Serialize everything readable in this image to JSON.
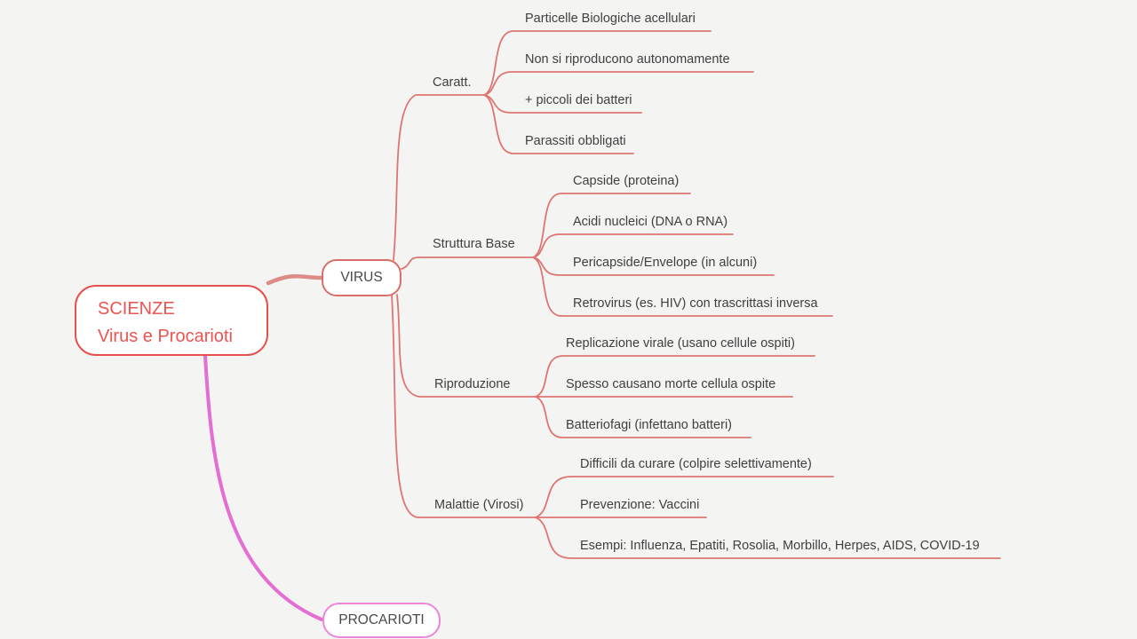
{
  "root": {
    "line1": "SCIENZE",
    "line2": "Virus e Procarioti"
  },
  "main_nodes": {
    "virus": "VIRUS",
    "procarioti": "PROCARIOTI"
  },
  "branches": [
    {
      "label": "Caratt.",
      "children": [
        "Particelle Biologiche acellulari",
        "Non si riproducono autonomamente",
        "+ piccoli dei batteri",
        "Parassiti obbligati"
      ]
    },
    {
      "label": "Struttura Base",
      "children": [
        "Capside (proteina)",
        "Acidi nucleici (DNA o RNA)",
        "Pericapside/Envelope (in alcuni)",
        "Retrovirus (es. HIV) con trascrittasi inversa"
      ]
    },
    {
      "label": "Riproduzione",
      "children": [
        "Replicazione virale (usano cellule ospiti)",
        "Spesso causano morte cellula ospite",
        "Batteriofagi (infettano batteri)"
      ]
    },
    {
      "label": "Malattie (Virosi)",
      "children": [
        "Difficili da curare (colpire selettivamente)",
        "Prevenzione: Vaccini",
        "Esempi: Influenza, Epatiti, Rosolia, Morbillo, Herpes, AIDS, COVID-19"
      ]
    }
  ],
  "colors": {
    "background": "#f4f4f2",
    "branch_line": "#dd7673",
    "root_accent": "#e7504c",
    "root_virus_link": "#dc8b87",
    "procarioti_accent": "#e46ed3",
    "topic_text": "#3f3f3f",
    "node_text": "#4a4a4a"
  }
}
